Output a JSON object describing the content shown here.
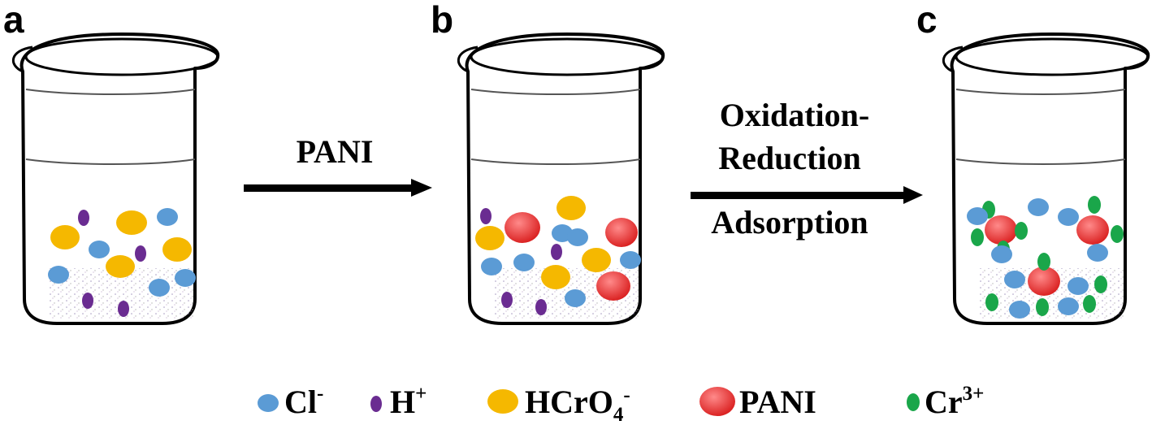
{
  "panels": [
    {
      "label": "a"
    },
    {
      "label": "b"
    },
    {
      "label": "c"
    }
  ],
  "steps": [
    {
      "lines": [
        "PANI"
      ]
    },
    {
      "lines": [
        "Oxidation-",
        "Reduction",
        "Adsorption"
      ]
    }
  ],
  "legend": [
    {
      "icon": "cl-ion-icon",
      "text": "Cl",
      "sup": "-",
      "sub": "",
      "color": "#5b9bd5"
    },
    {
      "icon": "h-ion-icon",
      "text": "H",
      "sup": "+",
      "sub": "",
      "color": "#6a2c91"
    },
    {
      "icon": "hcro4-ion-icon",
      "text": "HCrO",
      "sub": "4",
      "sup": "-",
      "color": "#f5b800"
    },
    {
      "icon": "pani-icon",
      "text": "PANI",
      "sub": "",
      "sup": "",
      "color": "#e53935"
    },
    {
      "icon": "cr3-ion-icon",
      "text": "Cr",
      "sup": "3+",
      "sub": "",
      "color": "#1aa64a"
    }
  ]
}
